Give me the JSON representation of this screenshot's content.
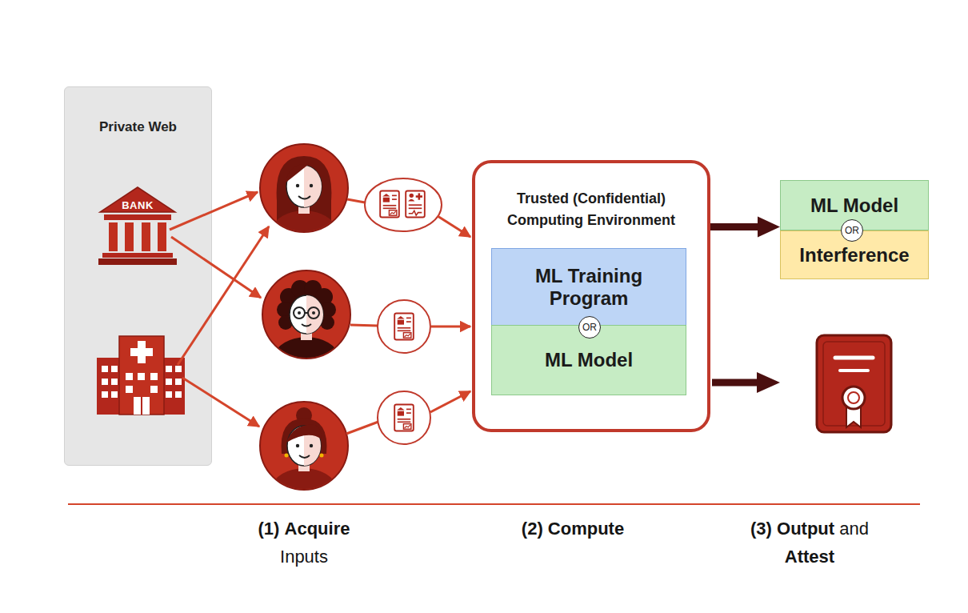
{
  "diagram": {
    "nodes": [
      {
        "text": [
          "Private Web"
        ]
      },
      {
        "text": [
          "BANK"
        ],
        "in": 0
      },
      {
        "text": [
          "Trusted (Confidential) Computing Environment"
        ]
      },
      {
        "text": [
          "ML Training Program"
        ],
        "in": 2
      },
      {
        "text": [
          "OR"
        ],
        "in": 2
      },
      {
        "text": [
          "ML Model"
        ],
        "in": 2
      },
      {
        "text": [
          "ML Model"
        ]
      },
      {
        "text": [
          "OR"
        ]
      },
      {
        "text": [
          "Interference"
        ]
      }
    ],
    "edges": [
      {
        "from": 2,
        "to": 6,
        "arrow": "to"
      }
    ],
    "labels": [
      "(1) Acquire Inputs",
      "(2) Compute",
      "(3) Output and Attest"
    ]
  }
}
